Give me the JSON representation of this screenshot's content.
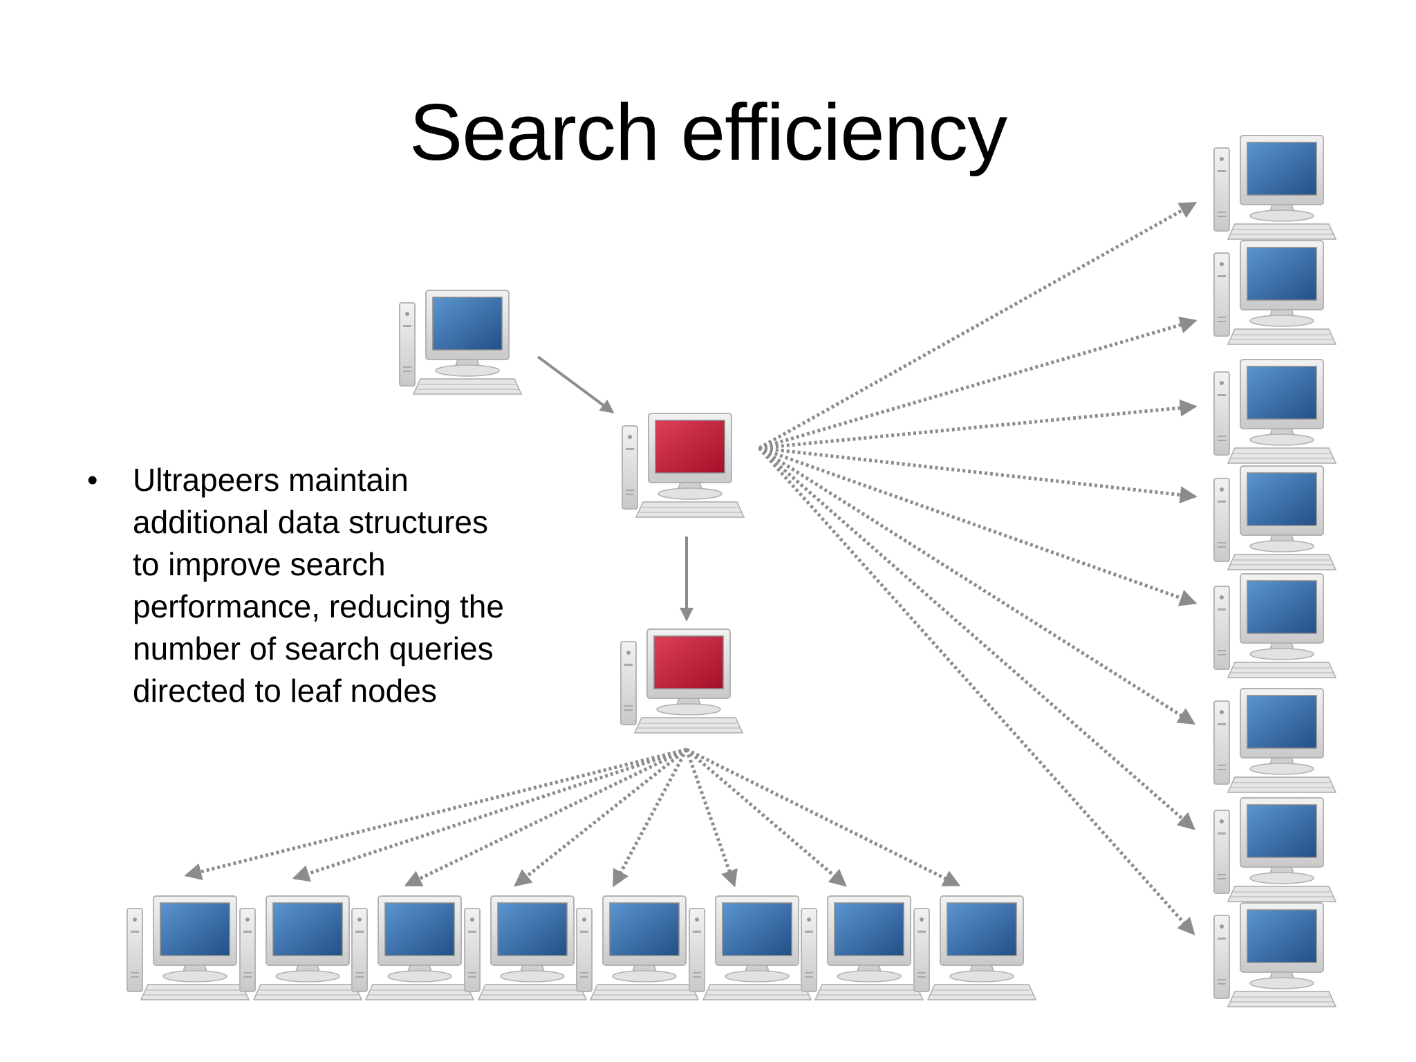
{
  "slide": {
    "title": "Search efficiency",
    "bullet_lines": [
      "Ultrapeers maintain",
      "additional data structures",
      "to improve search",
      "performance, reducing the",
      "number of search queries",
      "directed to leaf nodes"
    ]
  },
  "diagram": {
    "icon": "desktop-computer-icon",
    "colors": {
      "leaf_screen": "#3a73b0",
      "ultrapeer_screen": "#c8263f",
      "case": "#d8d8d8",
      "arrow": "#8c8c8c"
    },
    "nodes": [
      {
        "id": "source-leaf",
        "role": "leaf"
      },
      {
        "id": "ultrapeer-1",
        "role": "ultrapeer"
      },
      {
        "id": "ultrapeer-2",
        "role": "ultrapeer"
      },
      {
        "id": "right-leaf-1",
        "role": "leaf"
      },
      {
        "id": "right-leaf-2",
        "role": "leaf"
      },
      {
        "id": "right-leaf-3",
        "role": "leaf"
      },
      {
        "id": "right-leaf-4",
        "role": "leaf"
      },
      {
        "id": "right-leaf-5",
        "role": "leaf"
      },
      {
        "id": "right-leaf-6",
        "role": "leaf"
      },
      {
        "id": "right-leaf-7",
        "role": "leaf"
      },
      {
        "id": "right-leaf-8",
        "role": "leaf"
      },
      {
        "id": "bottom-leaf-1",
        "role": "leaf"
      },
      {
        "id": "bottom-leaf-2",
        "role": "leaf"
      },
      {
        "id": "bottom-leaf-3",
        "role": "leaf"
      },
      {
        "id": "bottom-leaf-4",
        "role": "leaf"
      },
      {
        "id": "bottom-leaf-5",
        "role": "leaf"
      },
      {
        "id": "bottom-leaf-6",
        "role": "leaf"
      },
      {
        "id": "bottom-leaf-7",
        "role": "leaf"
      },
      {
        "id": "bottom-leaf-8",
        "role": "leaf"
      }
    ],
    "edges": [
      {
        "from": "source-leaf",
        "to": "ultrapeer-1",
        "style": "solid"
      },
      {
        "from": "ultrapeer-1",
        "to": "ultrapeer-2",
        "style": "solid"
      },
      {
        "from": "ultrapeer-1",
        "to": "right-leaf-1",
        "style": "dotted"
      },
      {
        "from": "ultrapeer-1",
        "to": "right-leaf-2",
        "style": "dotted"
      },
      {
        "from": "ultrapeer-1",
        "to": "right-leaf-3",
        "style": "dotted"
      },
      {
        "from": "ultrapeer-1",
        "to": "right-leaf-4",
        "style": "dotted"
      },
      {
        "from": "ultrapeer-1",
        "to": "right-leaf-5",
        "style": "dotted"
      },
      {
        "from": "ultrapeer-1",
        "to": "right-leaf-6",
        "style": "dotted"
      },
      {
        "from": "ultrapeer-1",
        "to": "right-leaf-7",
        "style": "dotted"
      },
      {
        "from": "ultrapeer-1",
        "to": "right-leaf-8",
        "style": "dotted"
      },
      {
        "from": "ultrapeer-2",
        "to": "bottom-leaf-1",
        "style": "dotted"
      },
      {
        "from": "ultrapeer-2",
        "to": "bottom-leaf-2",
        "style": "dotted"
      },
      {
        "from": "ultrapeer-2",
        "to": "bottom-leaf-3",
        "style": "dotted"
      },
      {
        "from": "ultrapeer-2",
        "to": "bottom-leaf-4",
        "style": "dotted"
      },
      {
        "from": "ultrapeer-2",
        "to": "bottom-leaf-5",
        "style": "dotted"
      },
      {
        "from": "ultrapeer-2",
        "to": "bottom-leaf-6",
        "style": "dotted"
      },
      {
        "from": "ultrapeer-2",
        "to": "bottom-leaf-7",
        "style": "dotted"
      },
      {
        "from": "ultrapeer-2",
        "to": "bottom-leaf-8",
        "style": "dotted"
      }
    ]
  }
}
